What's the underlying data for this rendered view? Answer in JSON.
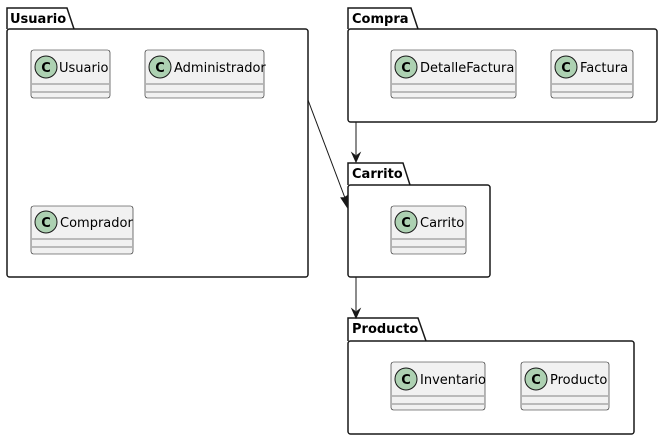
{
  "diagram": {
    "packages": {
      "usuario": {
        "title": "Usuario",
        "classes": {
          "usuario": {
            "name": "Usuario",
            "stereotype_glyph": "C"
          },
          "administrador": {
            "name": "Administrador",
            "stereotype_glyph": "C"
          },
          "comprador": {
            "name": "Comprador",
            "stereotype_glyph": "C"
          }
        }
      },
      "compra": {
        "title": "Compra",
        "classes": {
          "detalle_factura": {
            "name": "DetalleFactura",
            "stereotype_glyph": "C"
          },
          "factura": {
            "name": "Factura",
            "stereotype_glyph": "C"
          }
        }
      },
      "carrito": {
        "title": "Carrito",
        "classes": {
          "carrito": {
            "name": "Carrito",
            "stereotype_glyph": "C"
          }
        }
      },
      "producto": {
        "title": "Producto",
        "classes": {
          "inventario": {
            "name": "Inventario",
            "stereotype_glyph": "C"
          },
          "producto": {
            "name": "Producto",
            "stereotype_glyph": "C"
          }
        }
      }
    },
    "dependencies": [
      {
        "from": "Usuario",
        "to": "Carrito"
      },
      {
        "from": "Compra",
        "to": "Carrito"
      },
      {
        "from": "Carrito",
        "to": "Producto"
      }
    ],
    "colors": {
      "class_fill": "#f1f1f1",
      "class_spot": "#add1b2",
      "stroke": "#181818",
      "background": "#ffffff"
    }
  }
}
